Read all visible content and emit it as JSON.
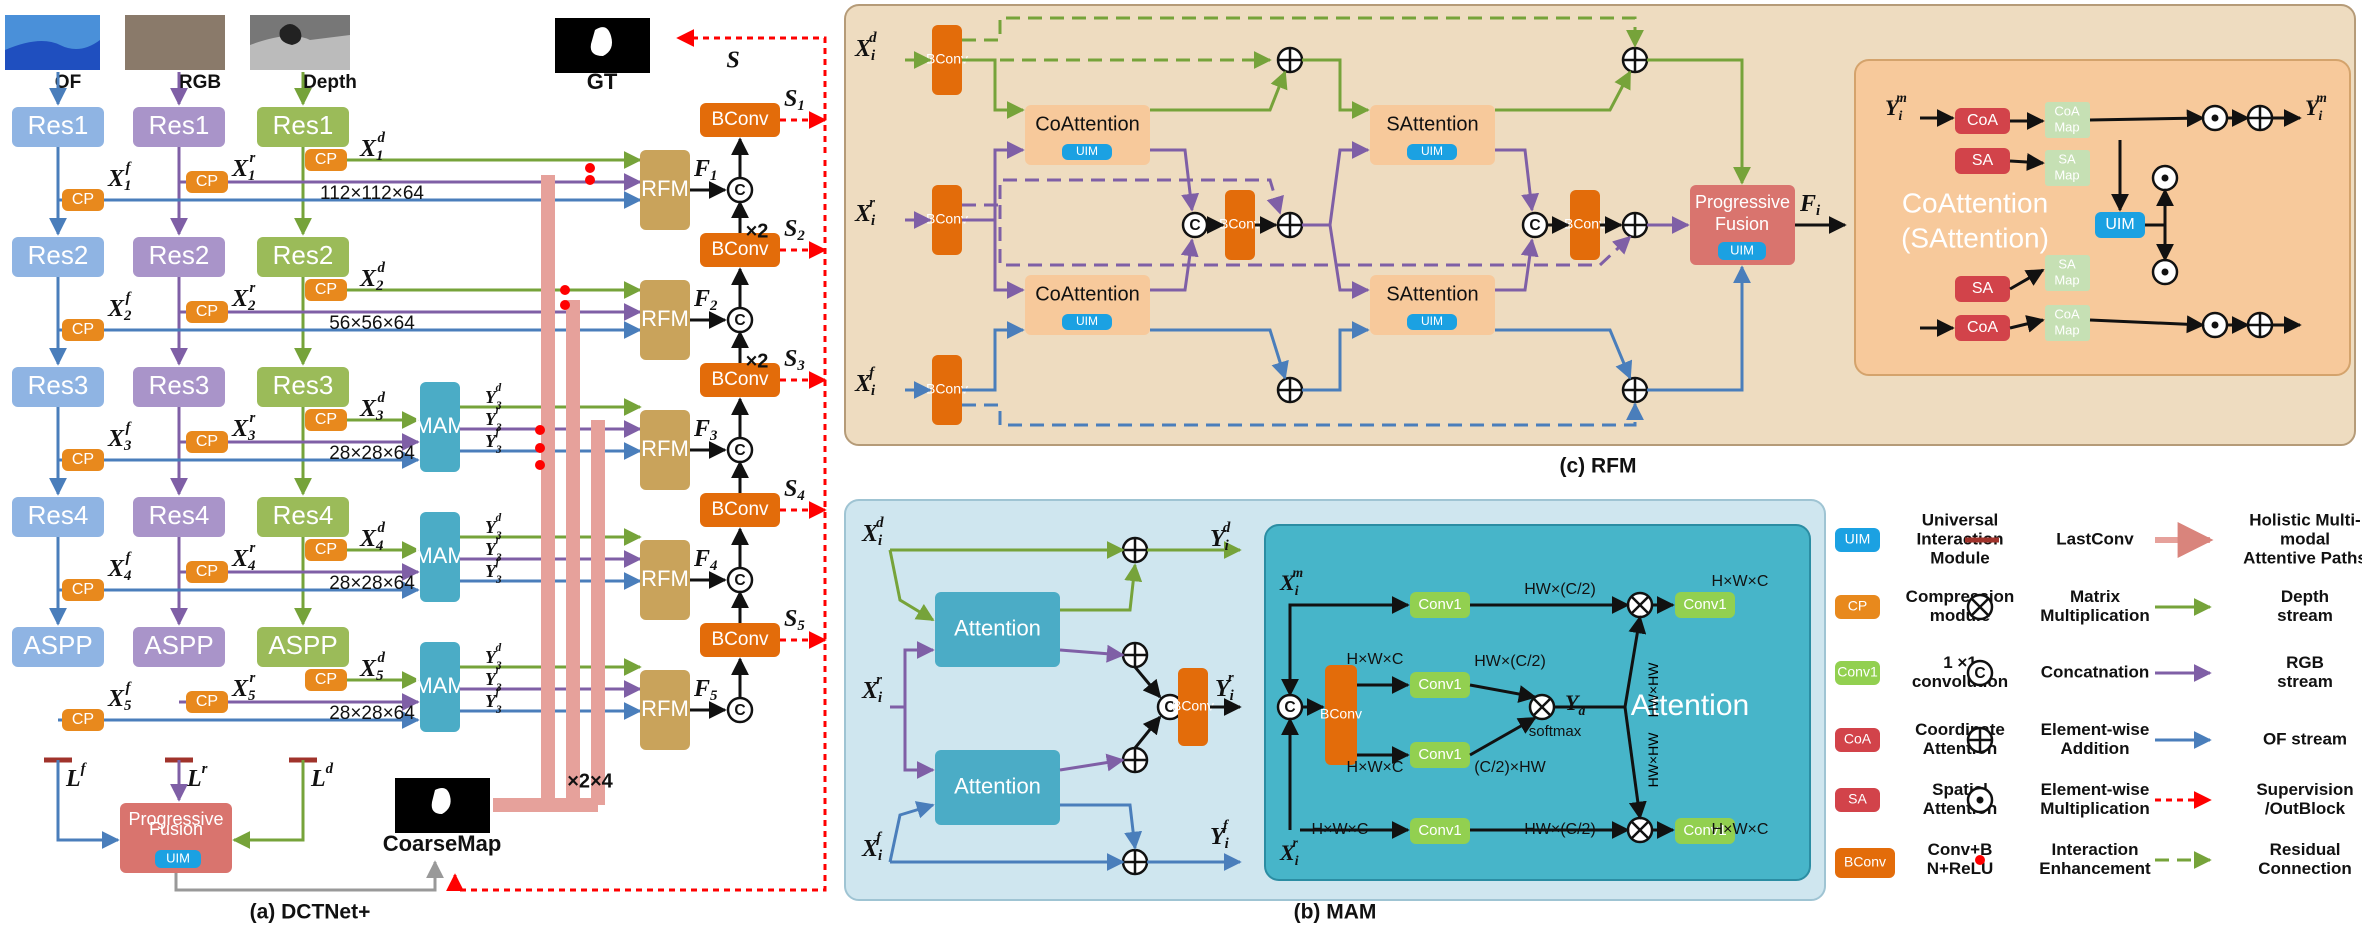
{
  "colors": {
    "res_of": "#8fb4e3",
    "res_rgb": "#a994c9",
    "res_depth": "#9bbb59",
    "cp": "#e8891d",
    "rfm": "#c9a35b",
    "bconv": "#e36c0a",
    "mam": "#4bacc6",
    "prog": "#d9746e",
    "uim": "#1ba1e2",
    "coa": "#d2434a",
    "sa": "#d2434a",
    "conv1": "#92d050",
    "map": "#c6e0b4",
    "depth_stream": "#76a33a",
    "rgb_stream": "#7f5fa6",
    "of_stream": "#4a7ebb",
    "supervision": "#ff0000",
    "residual": "#76a33a",
    "holistic": "#e6a19b",
    "lastconv": "#a0332b",
    "rfm_bg": "#eedcc0",
    "mam_bg": "#cfe6ef",
    "att_bg": "#47b5c9",
    "rfm_inner_bg": "#f7c99b"
  },
  "a": {
    "inputs": [
      "OF",
      "RGB",
      "Depth"
    ],
    "gt": "GT",
    "res_of": [
      "Res1",
      "Res2",
      "Res3",
      "Res4",
      "ASPP"
    ],
    "res_rgb": [
      "Res1",
      "Res2",
      "Res3",
      "Res4",
      "ASPP"
    ],
    "res_depth": [
      "Res1",
      "Res2",
      "Res3",
      "Res4",
      "ASPP"
    ],
    "cp": "CP",
    "rfm": "RFM",
    "bconv": "BConv",
    "mam": "MAM",
    "concat": "C",
    "dims": [
      "112×112×64",
      "56×56×64",
      "28×28×64",
      "28×28×64",
      "28×28×64"
    ],
    "x2a": "×2",
    "x2b": "×2",
    "x24": "×2×4",
    "sx": [
      "S",
      "S",
      "S",
      "S",
      "S"
    ],
    "sub": [
      "1",
      "2",
      "3",
      "4",
      "5"
    ],
    "xd": "X",
    "xr": "X",
    "xf": "X",
    "fs": "F",
    "ys": "Y",
    "l": [
      "L",
      "L",
      "L"
    ],
    "lsup": [
      "f",
      "r",
      "d"
    ],
    "prog": [
      "Progressive",
      "Fusion"
    ],
    "uim": "UIM",
    "coarse": "CoarseMap",
    "caption": "(a) DCTNet+"
  },
  "b": {
    "attention": "Attention",
    "bconv": "BConv",
    "concat": "C",
    "conv1": "Conv1",
    "softmax": "softmax",
    "dims": {
      "hwc": "H×W×C",
      "hwc2": "HW×(C/2)",
      "c2hw": "(C/2)×HW",
      "hwhw": "HW×HW"
    },
    "att_label": "Attention",
    "caption": "(b) MAM"
  },
  "c": {
    "bconv": "BConv",
    "coatt": "CoAttention",
    "satt": "SAttention",
    "uim": "UIM",
    "prog": [
      "Progressive",
      "Fusion"
    ],
    "coa": "CoA",
    "sa": "SA",
    "coa_map": [
      "CoA",
      "Map"
    ],
    "sa_map": [
      "SA",
      "Map"
    ],
    "big": [
      "CoAttention",
      "(SAttention)"
    ],
    "caption": "(c) RFM"
  },
  "legend": [
    {
      "key": "UIM",
      "text": [
        "Universal",
        "Interaction",
        "Module"
      ]
    },
    {
      "key": "lastconv",
      "text": [
        "LastConv"
      ]
    },
    {
      "key": "holistic",
      "text": [
        "Holistic Multi-",
        "modal",
        "Attentive Paths"
      ]
    },
    {
      "key": "CP",
      "text": [
        "Compression",
        "module"
      ]
    },
    {
      "key": "matmul",
      "text": [
        "Matrix",
        "Multiplication"
      ]
    },
    {
      "key": "depth",
      "text": [
        "Depth",
        "stream"
      ]
    },
    {
      "key": "Conv1",
      "text": [
        "1 ×1",
        "convolution"
      ]
    },
    {
      "key": "concat",
      "text": [
        "Concatnation"
      ]
    },
    {
      "key": "rgb",
      "text": [
        "RGB",
        "stream"
      ]
    },
    {
      "key": "CoA",
      "text": [
        "Coordinate",
        "Attention"
      ]
    },
    {
      "key": "add",
      "text": [
        "Element-wise",
        "Addition"
      ]
    },
    {
      "key": "of",
      "text": [
        "OF stream"
      ]
    },
    {
      "key": "SA",
      "text": [
        "Spatial",
        "Attention"
      ]
    },
    {
      "key": "mul",
      "text": [
        "Element-wise",
        "Multiplication"
      ]
    },
    {
      "key": "sup",
      "text": [
        "Supervision",
        "/OutBlock"
      ]
    },
    {
      "key": "BConv",
      "text": [
        "Conv+B",
        "N+ReLU"
      ]
    },
    {
      "key": "dot",
      "text": [
        "Interaction",
        "Enhancement"
      ]
    },
    {
      "key": "res",
      "text": [
        "Residual",
        "Connection"
      ]
    }
  ]
}
